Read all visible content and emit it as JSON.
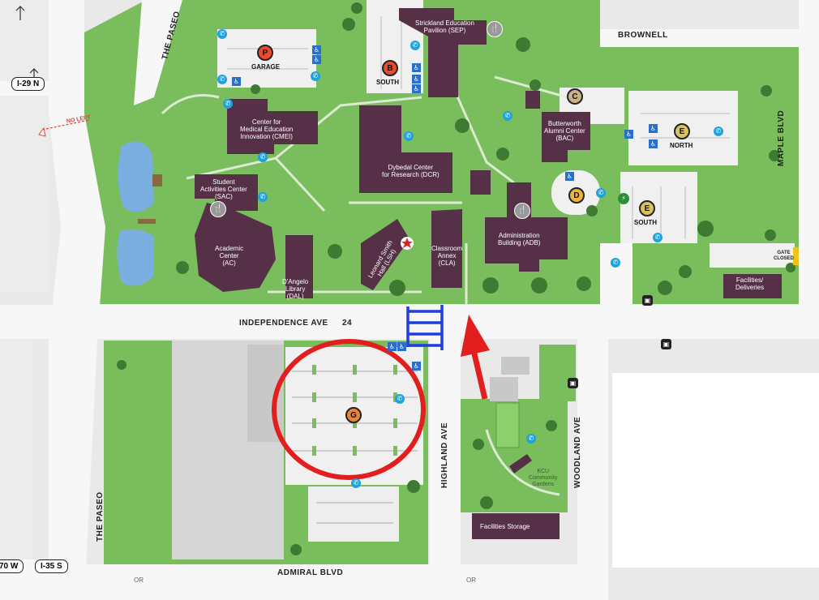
{
  "streets": {
    "brownell": "BROWNELL",
    "maple_blvd": "MAPLE BLVD",
    "the_paseo_top": "THE PASEO",
    "the_paseo_bottom": "THE PASEO",
    "independence_ave": "INDEPENDENCE AVE",
    "route_24": "24",
    "highland_ave": "HIGHLAND AVE",
    "woodland_ave": "WOODLAND AVE",
    "admiral_blvd": "ADMIRAL BLVD",
    "or_left": "OR",
    "or_right": "OR"
  },
  "highways": {
    "i29n": "I-29 N",
    "i70w": "70 W",
    "i35s": "I-35 S",
    "no_left": "NO LEFT"
  },
  "buildings": {
    "sep": "Strickland Education\nPavilion (SEP)",
    "cmei": "Center for\nMedical Education\nInnovation (CMEI)",
    "dcr": "Dybedal Center\nfor Research (DCR)",
    "sac": "Student\nActivities Center\n(SAC)",
    "ac": "Academic\nCenter\n(AC)",
    "dal": "D'Angelo\nLibrary\n(DAL)",
    "lsh": "Leonard Smith\nHall (LSH)",
    "cla": "Classroom\nAnnex\n(CLA)",
    "adb": "Administration\nBuilding (ADB)",
    "bac": "Butterworth\nAlumni Center\n(BAC)",
    "facilities_deliveries": "Facilities/\nDeliveries",
    "facilities_storage": "Facilities Storage",
    "kcu_gardens": "KCU\nCommunity\nGardens"
  },
  "parking": {
    "garage_letter": "P",
    "garage_label": "GARAGE",
    "b_letter": "B",
    "b_label": "SOUTH",
    "c_letter": "C",
    "d_letter": "D",
    "e_north_letter": "E",
    "e_north_label": "NORTH",
    "e_south_letter": "E",
    "e_south_label": "SOUTH",
    "g_letter": "G",
    "gate_closed": "GATE\nCLOSED"
  },
  "colors": {
    "campus_green": "#79bd5c",
    "building": "#553046",
    "road": "#f7f7f7",
    "annotation_red": "#e31e1e",
    "annotation_blue": "#1f3fdc",
    "pond": "#7aaee0",
    "info_icon": "#1fa3dd"
  },
  "icons": {
    "info": "phone-icon",
    "accessible": "accessible-parking-icon",
    "dining": "dining-icon",
    "bus": "bus-stop-icon",
    "ev": "ev-charging-icon",
    "star": "star-icon"
  }
}
